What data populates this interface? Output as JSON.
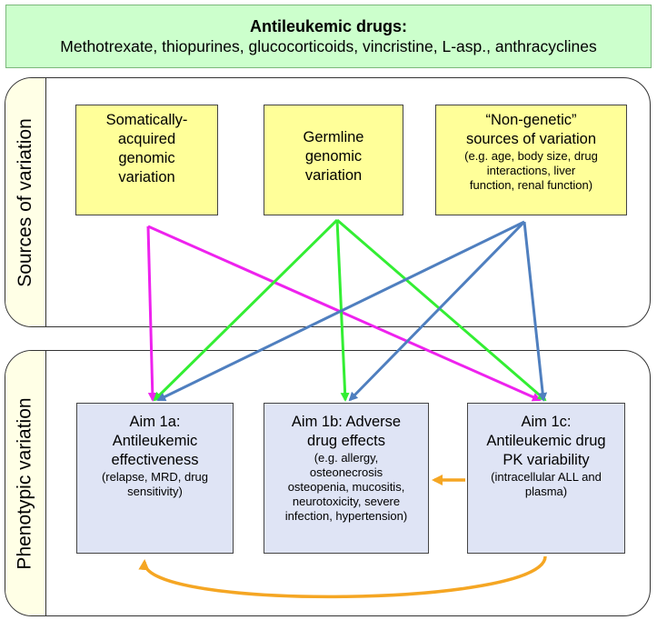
{
  "header": {
    "title": "Antileukemic drugs:",
    "drugs": "Methotrexate, thiopurines, glucocorticoids, vincristine, L-asp., anthracyclines"
  },
  "sources": {
    "label": "Sources of variation",
    "somatic": {
      "lines": [
        "Somatically-",
        "acquired",
        "genomic",
        "variation"
      ]
    },
    "germline": {
      "lines": [
        "Germline",
        "genomic",
        "variation"
      ]
    },
    "nongenetic": {
      "lines": [
        "“Non-genetic”",
        "sources of  variation"
      ],
      "detail": [
        "(e.g. age, body size, drug",
        "interactions, liver",
        "function, renal function)"
      ]
    }
  },
  "phenotypic": {
    "label": "Phenotypic variation",
    "aim1a": {
      "lines": [
        "Aim 1a:",
        "Antileukemic",
        "effectiveness"
      ],
      "detail": [
        "(relapse, MRD, drug",
        "sensitivity)"
      ]
    },
    "aim1b": {
      "lines": [
        "Aim 1b: Adverse",
        "drug effects"
      ],
      "detail": [
        "(e.g. allergy,",
        "osteonecrosis",
        "osteopenia, mucositis,",
        "neurotoxicity, severe",
        "infection, hypertension)"
      ]
    },
    "aim1c": {
      "lines": [
        "Aim 1c:",
        "Antileukemic drug",
        "PK variability"
      ],
      "detail": [
        "(intracellular ALL and",
        "plasma)"
      ]
    }
  },
  "colors": {
    "somatic_arrow": "#ee22ee",
    "germline_arrow": "#33ee33",
    "nongenetic_arrow": "#4f7fbf",
    "pk_arrow": "#f5a623"
  }
}
